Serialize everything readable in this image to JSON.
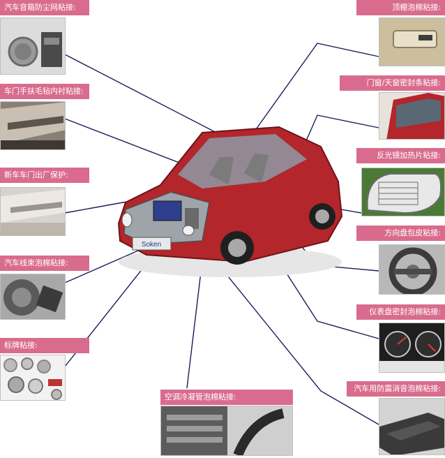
{
  "labels": {
    "speaker_mesh": "汽车音箱防尘网粘接:",
    "door_armrest": "车门手扶毛毡内衬粘接:",
    "door_protect": "新车车门出厂保护:",
    "harness_foam": "汽车线束泡棉粘接:",
    "badge": "标牌粘接:",
    "ac_pipe": "空调冷凝管泡棉粘接:",
    "roof_foam": "顶棚泡棉粘接:",
    "door_seal": "门窗/天窗密封条粘接:",
    "mirror_heat": "反光镜加热片粘接:",
    "steering_leather": "方向盘包皮粘接:",
    "dash_seal": "仪表盘密封泡棉粘接:",
    "antivibe_foam": "汽车用防震消音泡棉粘接:"
  },
  "car_logo": "Soken",
  "colors": {
    "label_bg": "#d96c8e",
    "line": "#1a1a5c",
    "car_body": "#b3262b"
  }
}
